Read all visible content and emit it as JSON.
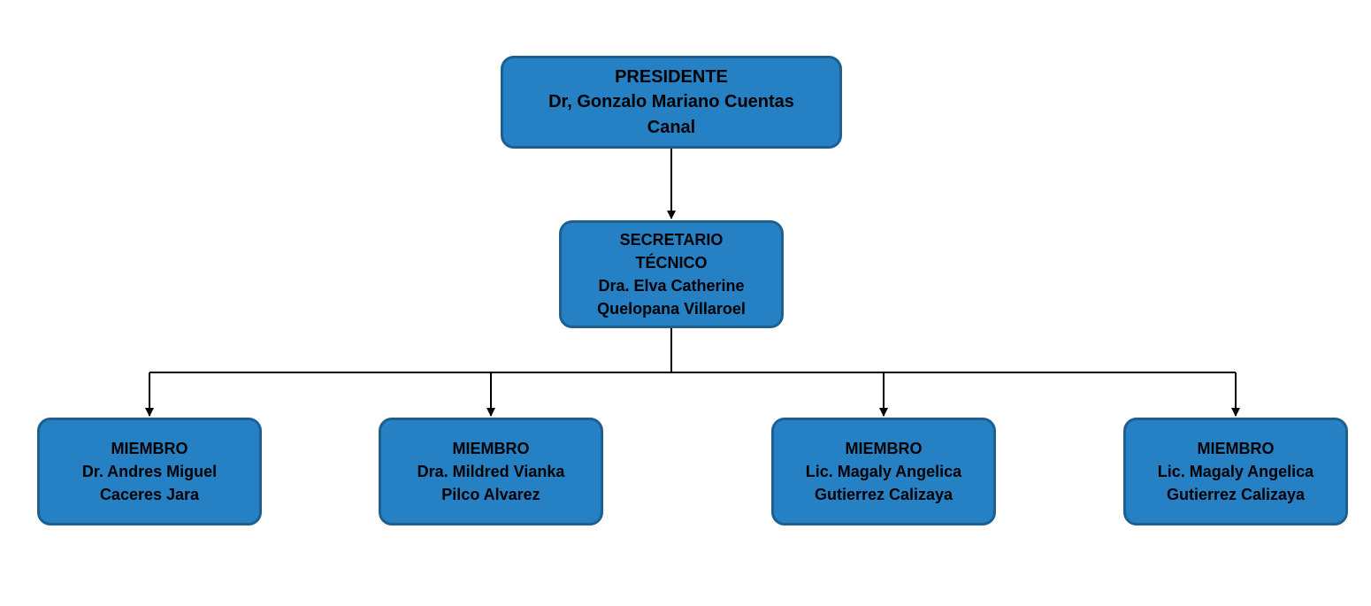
{
  "org_chart": {
    "presidente": {
      "role": "PRESIDENTE",
      "name_line1": "Dr, Gonzalo Mariano Cuentas",
      "name_line2": "Canal"
    },
    "secretario": {
      "role_line1": "SECRETARIO",
      "role_line2": "TÉCNICO",
      "name_line1": "Dra. Elva Catherine",
      "name_line2": "Quelopana Villaroel"
    },
    "members": [
      {
        "role": "MIEMBRO",
        "name_line1": "Dr. Andres Miguel",
        "name_line2": "Caceres Jara"
      },
      {
        "role": "MIEMBRO",
        "name_line1": "Dra. Mildred Vianka",
        "name_line2": "Pilco Alvarez"
      },
      {
        "role": "MIEMBRO",
        "name_line1": "Lic. Magaly Angelica",
        "name_line2": "Gutierrez Calizaya"
      },
      {
        "role": "MIEMBRO",
        "name_line1": "Lic. Magaly Angelica",
        "name_line2": "Gutierrez Calizaya"
      }
    ]
  },
  "colors": {
    "box_fill": "#2581c4",
    "box_border": "#1d5f8f",
    "text": "#000000",
    "connector": "#000000"
  }
}
